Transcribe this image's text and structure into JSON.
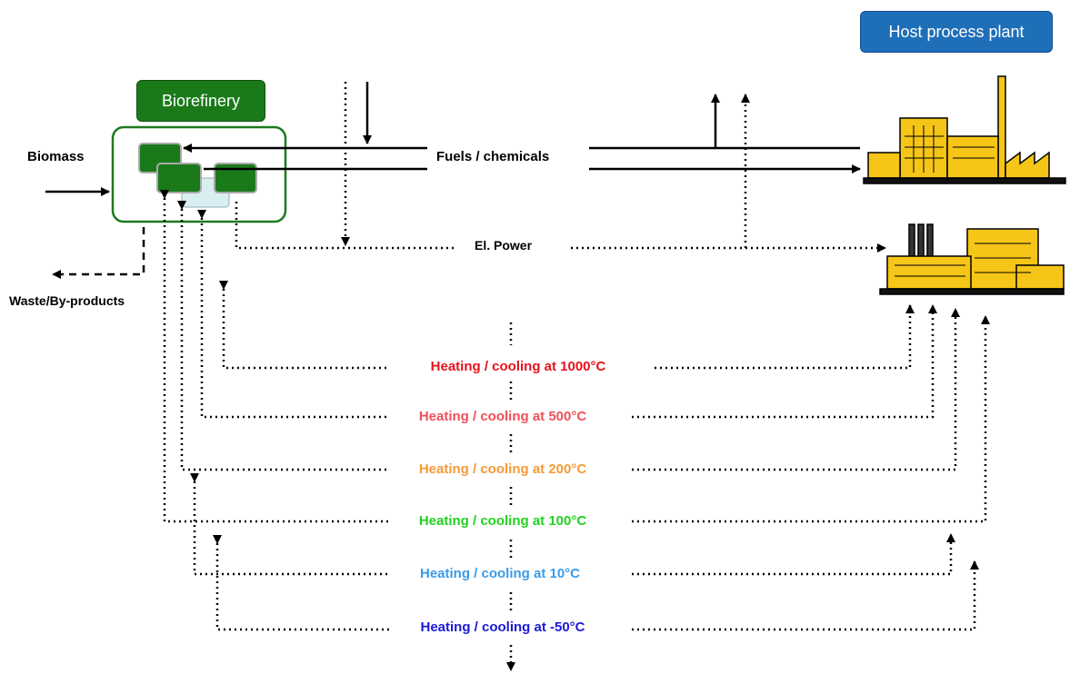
{
  "host_plant": {
    "label": "Host process plant",
    "color": "#1f6fb8"
  },
  "biorefinery": {
    "label": "Biorefinery",
    "color": "#1a7a1a"
  },
  "flows": {
    "biomass": "Biomass",
    "waste": "Waste/By-products",
    "fuels": "Fuels / chemicals",
    "power": "El. Power"
  },
  "heat_levels": [
    {
      "label": "Heating / cooling at 1000°C",
      "color": "#e8101c"
    },
    {
      "label": "Heating / cooling at 500°C",
      "color": "#f0505a"
    },
    {
      "label": "Heating / cooling at 200°C",
      "color": "#f59a36"
    },
    {
      "label": "Heating / cooling at 100°C",
      "color": "#22d022"
    },
    {
      "label": "Heating / cooling at 10°C",
      "color": "#3a9be8"
    },
    {
      "label": "Heating / cooling at -50°C",
      "color": "#1a1ad8"
    }
  ]
}
